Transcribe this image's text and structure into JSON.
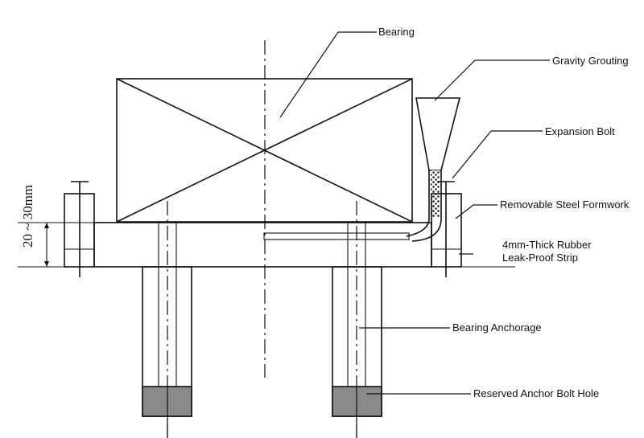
{
  "diagram": {
    "labels": {
      "bearing": "Bearing",
      "gravity_grouting": "Gravity Grouting",
      "expansion_bolt": "Expansion Bolt",
      "steel_formwork": "Removable Steel Formwork",
      "rubber_strip_line1": "4mm-Thick Rubber",
      "rubber_strip_line2": "Leak-Proof Strip",
      "bearing_anchorage": "Bearing Anchorage",
      "anchor_bolt_hole": "Reserved Anchor Bolt Hole"
    },
    "dimension": "20 ~ 30mm"
  }
}
